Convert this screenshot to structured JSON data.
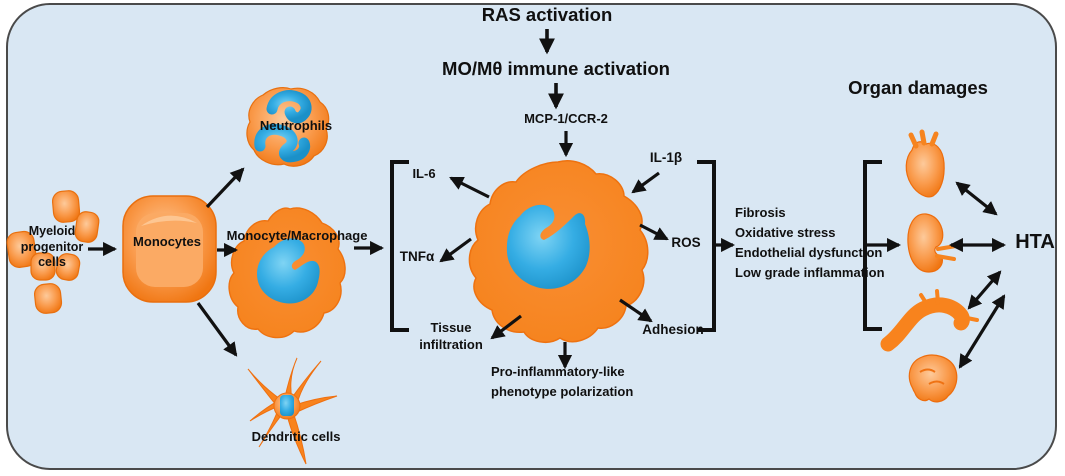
{
  "figure": {
    "colors": {
      "panel_bg": "#d9e7f3",
      "panel_border": "#4a4a4a",
      "cell_orange": "#f6841f",
      "cell_orange_light": "#fdc38c",
      "nucleus_blue": "#2ca9e1",
      "arrow_black": "#111111"
    },
    "top_pathway": {
      "ras": "RAS activation",
      "immune": "MO/Mθ immune activation",
      "chemokine": "MCP-1/CCR-2"
    },
    "differentiation": {
      "myeloid_progenitor": "Myeloid progenitor cells",
      "monocytes": "Monocytes",
      "neutrophils": "Neutrophils",
      "monocyte_macrophage": "Monocyte/Macrophage",
      "dendritic_cells": "Dendritic cells"
    },
    "macrophage_outputs": {
      "il6": "IL-6",
      "tnfa": "TNFα",
      "tissue_infiltration": "Tissue infiltration",
      "il1b": "IL-1β",
      "ros": "ROS",
      "adhesion": "Adhesion",
      "polarization": "Pro-inflammatory-like phenotype polarization"
    },
    "effects": {
      "lines": [
        "Fibrosis",
        "Oxidative stress",
        "Endothelial dysfunction",
        "Low grade inflammation"
      ]
    },
    "organ_section": {
      "title": "Organ damages",
      "hta": "HTA",
      "organs": [
        "heart",
        "kidney",
        "aorta",
        "brain"
      ]
    }
  }
}
